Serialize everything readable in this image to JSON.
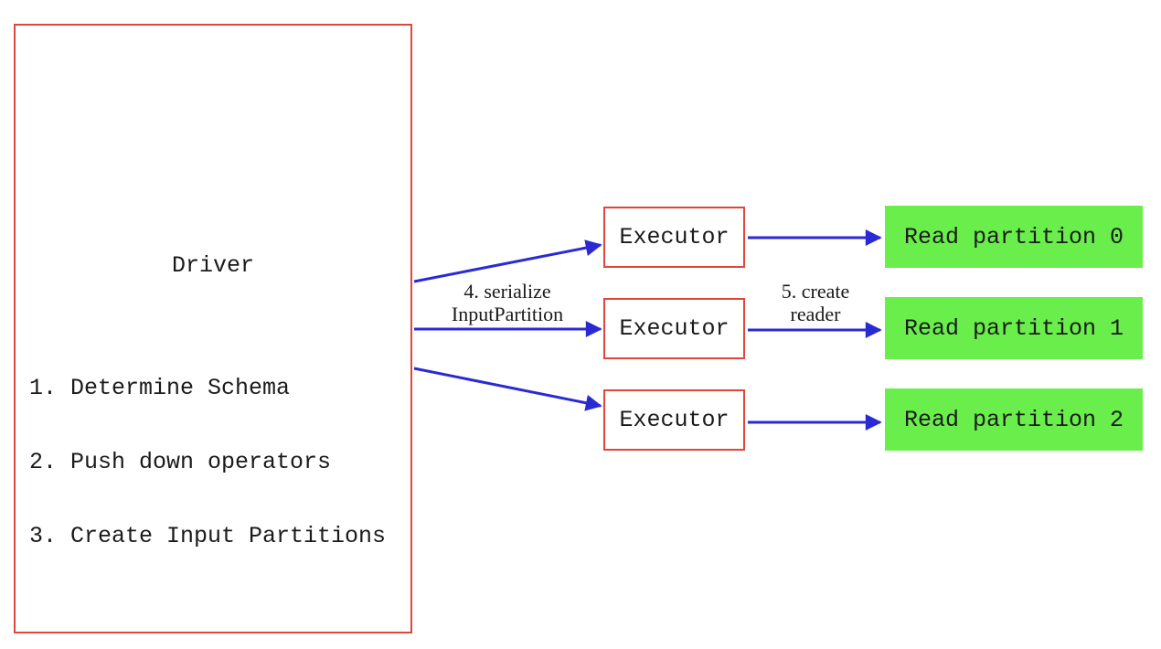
{
  "diagram": {
    "driver": {
      "title": "Driver",
      "steps": [
        "1. Determine Schema",
        "2. Push down operators",
        "3. Create Input Partitions"
      ]
    },
    "executors": [
      "Executor",
      "Executor",
      "Executor"
    ],
    "partitions": [
      "Read partition 0",
      "Read partition 1",
      "Read partition 2"
    ],
    "labels": {
      "serialize": [
        "4. serialize",
        "InputPartition"
      ],
      "create_reader": [
        "5. create",
        "reader"
      ]
    },
    "colors": {
      "background": "#ffffff",
      "box_border_red": "#e0463b",
      "arrow_blue": "#2a2ad4",
      "partition_green": "#69ee4b",
      "text_black": "#1a1a1a"
    }
  }
}
